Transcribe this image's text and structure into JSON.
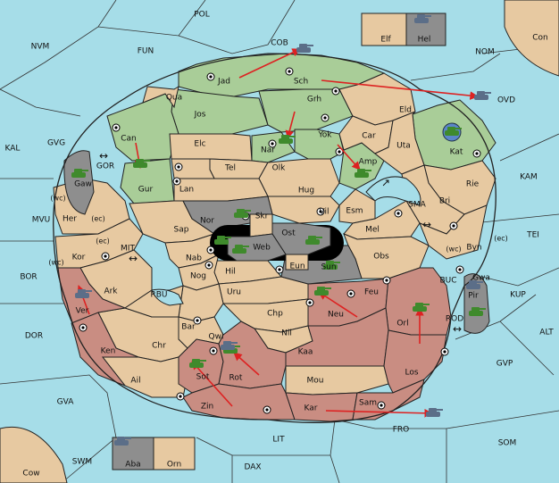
{
  "colors": {
    "sea": "#a6dde8",
    "neutral": "#e7c9a1",
    "green_power": "#a9cd98",
    "red_power": "#c98d82",
    "grey_power": "#8e8e8e",
    "black": "#000000",
    "arrow": "#dd2222",
    "unit_green": "#3f8a2c",
    "unit_grey": "#5b6e88"
  },
  "sea_labels": {
    "pol": "POL",
    "nvm": "NVM",
    "fun": "FUN",
    "cob": "COB",
    "nom": "NOM",
    "con": "Con",
    "kal": "KAL",
    "gvg": "GVG",
    "gor": "GOR",
    "mvu": "MVU",
    "mit": "MIT",
    "bor": "BOR",
    "rbu": "RBU",
    "dor": "DOR",
    "gva": "GVA",
    "swm": "SWM",
    "cow": "Cow",
    "dax": "DAX",
    "lit": "LIT",
    "fro": "FRO",
    "som": "SOM",
    "gvp": "GVP",
    "alt": "ALT",
    "rod": "ROD",
    "buc": "BUC",
    "kup": "KUP",
    "tei": "TEI",
    "kam": "KAM",
    "sma": "SMA",
    "ovd": "OVD"
  },
  "land_labels": {
    "jad": "Jad",
    "sch": "Sch",
    "qua": "Qua",
    "jos": "Jos",
    "grh": "Grh",
    "eld": "Eld",
    "can": "Can",
    "elc": "Elc",
    "nar": "Nar",
    "yok": "Yok",
    "car": "Car",
    "uta": "Uta",
    "kat": "Kat",
    "gur": "Gur",
    "tel": "Tel",
    "olk": "Olk",
    "amp": "Amp",
    "lan": "Lan",
    "hug": "Hug",
    "rie": "Rie",
    "bri": "Bri",
    "gaw": "Gaw",
    "her": "Her",
    "nor": "Nor",
    "skr": "Skr",
    "vil": "Vil",
    "esm": "Esm",
    "sap": "Sap",
    "ost": "Ost",
    "web": "Web",
    "mel": "Mel",
    "byn": "Byn",
    "kor": "Kor",
    "nab": "Nab",
    "eun": "Eun",
    "sun": "Sun",
    "obs": "Obs",
    "gwa": "Gwa",
    "hil": "Hil",
    "nog": "Nog",
    "ark": "Ark",
    "uru": "Uru",
    "feu": "Feu",
    "pir": "Pir",
    "ver": "Ver",
    "chp": "Chp",
    "neu": "Neu",
    "orl": "Orl",
    "bar": "Bar",
    "qwi": "Qwi",
    "nil": "Nil",
    "ken": "Ken",
    "chr": "Chr",
    "kaa": "Kaa",
    "sot": "Sot",
    "rot": "Rot",
    "los": "Los",
    "ail": "Ail",
    "mou": "Mou",
    "zin": "Zin",
    "kar": "Kar",
    "sam": "Sam",
    "elf": "Elf",
    "hel": "Hel",
    "aba": "Aba",
    "orn": "Orn"
  },
  "coast_labels": {
    "wc_gaw": "(wc)",
    "ec_her": "(ec)",
    "ec_kor": "(ec)",
    "wc_kor": "(wc)",
    "wc_byn": "(wc)",
    "ec_byn": "(ec)"
  },
  "glyphs": {
    "double_arrow": "↔",
    "diag_arrow": "↗"
  }
}
